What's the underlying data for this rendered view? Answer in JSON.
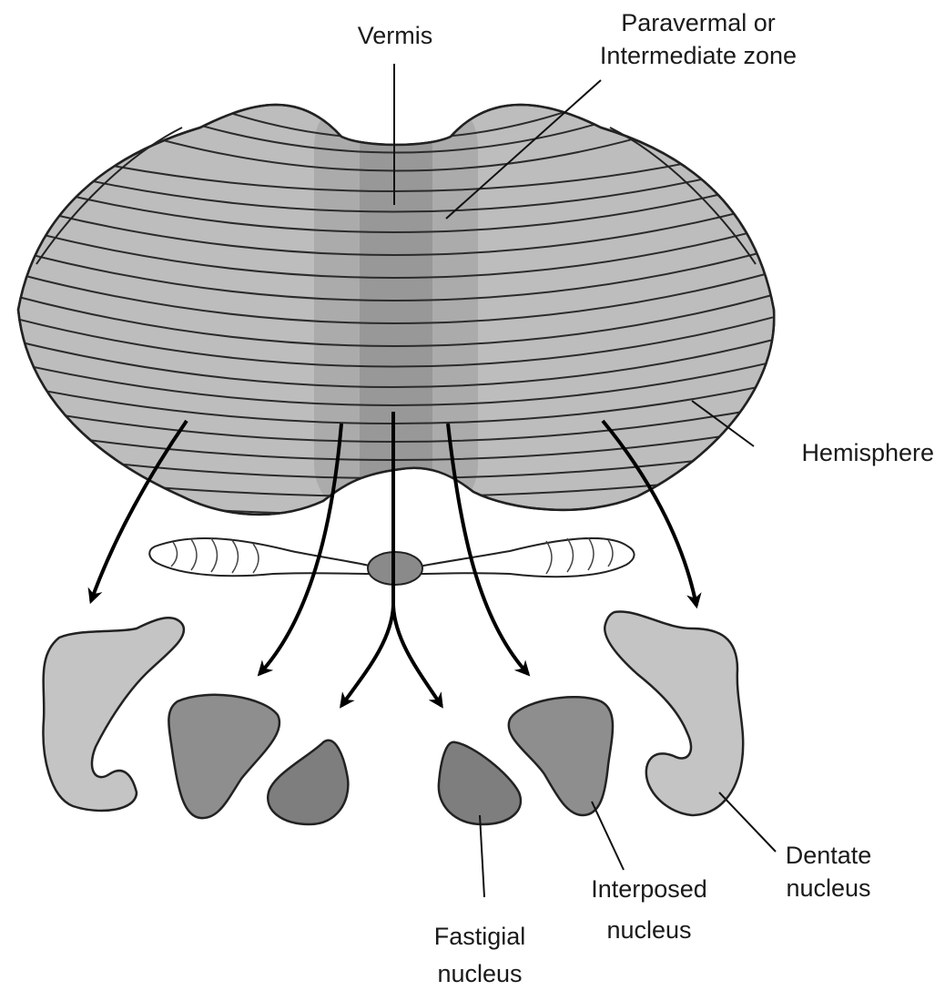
{
  "labels": {
    "vermis": "Vermis",
    "paravermal_line1": "Paravermal or",
    "paravermal_line2": "Intermediate zone",
    "hemisphere": "Hemisphere",
    "dentate_line1": "Dentate",
    "dentate_line2": "nucleus",
    "interposed_line1": "Interposed",
    "interposed_line2": "nucleus",
    "fastigial_line1": "Fastigial",
    "fastigial_line2": "nucleus"
  },
  "colors": {
    "hemisphere_fill": "#bdbdbd",
    "paravermal_fill": "#a8a8a8",
    "vermis_fill": "#969696",
    "dentate_fill": "#c4c4c4",
    "interposed_fill": "#8e8e8e",
    "fastigial_fill": "#7e7e7e",
    "outline": "#222222"
  }
}
